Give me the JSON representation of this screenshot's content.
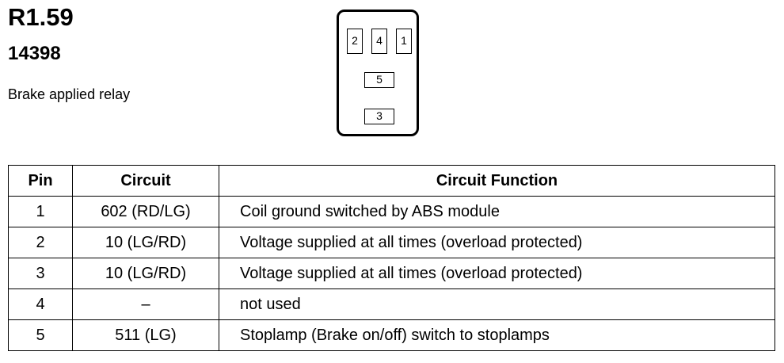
{
  "header": {
    "ref_id": "R1.59",
    "part_number": "14398",
    "description": "Brake applied relay"
  },
  "connector": {
    "pins_top_row": [
      "2",
      "4",
      "1"
    ],
    "pin_middle": "5",
    "pin_bottom": "3"
  },
  "table": {
    "headers": [
      "Pin",
      "Circuit",
      "Circuit Function"
    ],
    "rows": [
      {
        "pin": "1",
        "circuit": "602 (RD/LG)",
        "function": "Coil ground switched by ABS module"
      },
      {
        "pin": "2",
        "circuit": "10 (LG/RD)",
        "function": "Voltage supplied at all times (overload protected)"
      },
      {
        "pin": "3",
        "circuit": "10 (LG/RD)",
        "function": "Voltage supplied at all times (overload protected)"
      },
      {
        "pin": "4",
        "circuit": "–",
        "function": "not used"
      },
      {
        "pin": "5",
        "circuit": "511 (LG)",
        "function": "Stoplamp (Brake on/off) switch to stoplamps"
      }
    ]
  }
}
